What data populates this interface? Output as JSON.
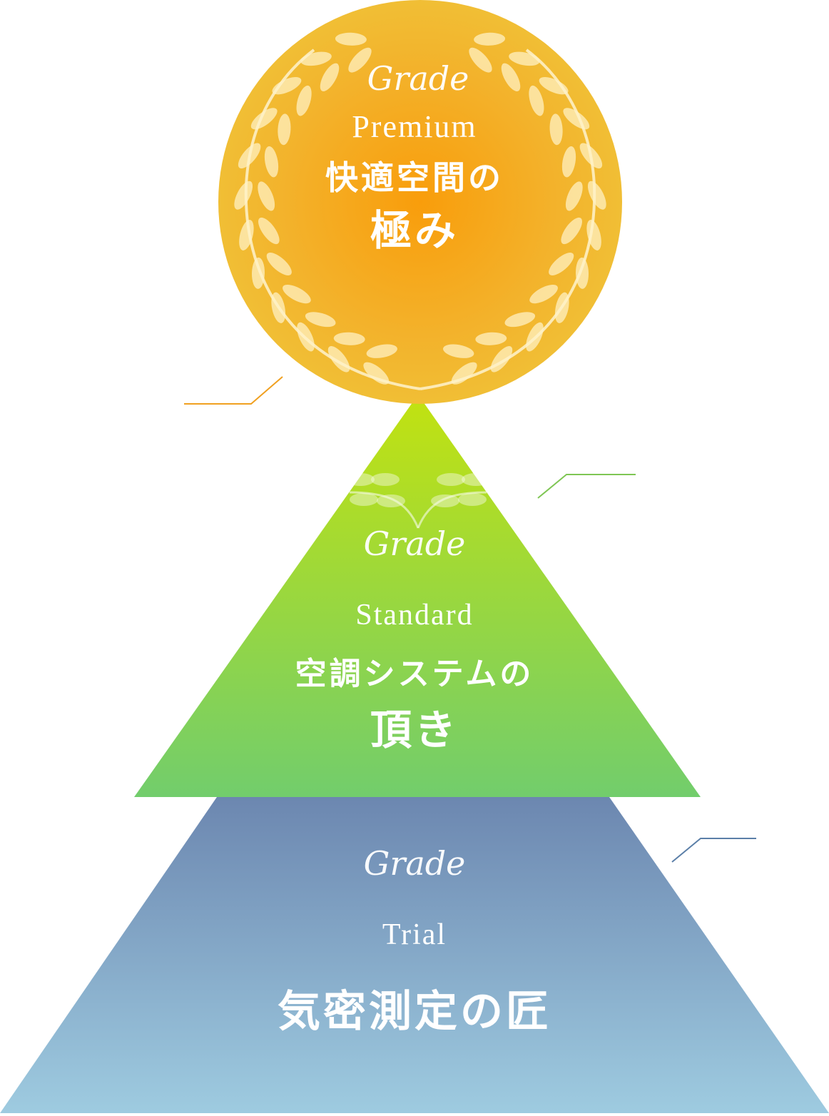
{
  "tiers": [
    {
      "id": "premium",
      "grade": "Grade",
      "name": "Premium",
      "line1": "快適空間の",
      "line2": "極み",
      "color": "#f5a623"
    },
    {
      "id": "standard",
      "grade": "Grade",
      "name": "Standard",
      "line1": "空調システムの",
      "line2": "頂き",
      "color": "#9bd53a"
    },
    {
      "id": "trial",
      "grade": "Grade",
      "name": "Trial",
      "line1": "気密測定の匠",
      "color": "#7b95b8"
    }
  ],
  "colors": {
    "premium_leader": "#f0a020",
    "standard_leader": "#7fc654",
    "trial_leader": "#5b7fa8"
  }
}
